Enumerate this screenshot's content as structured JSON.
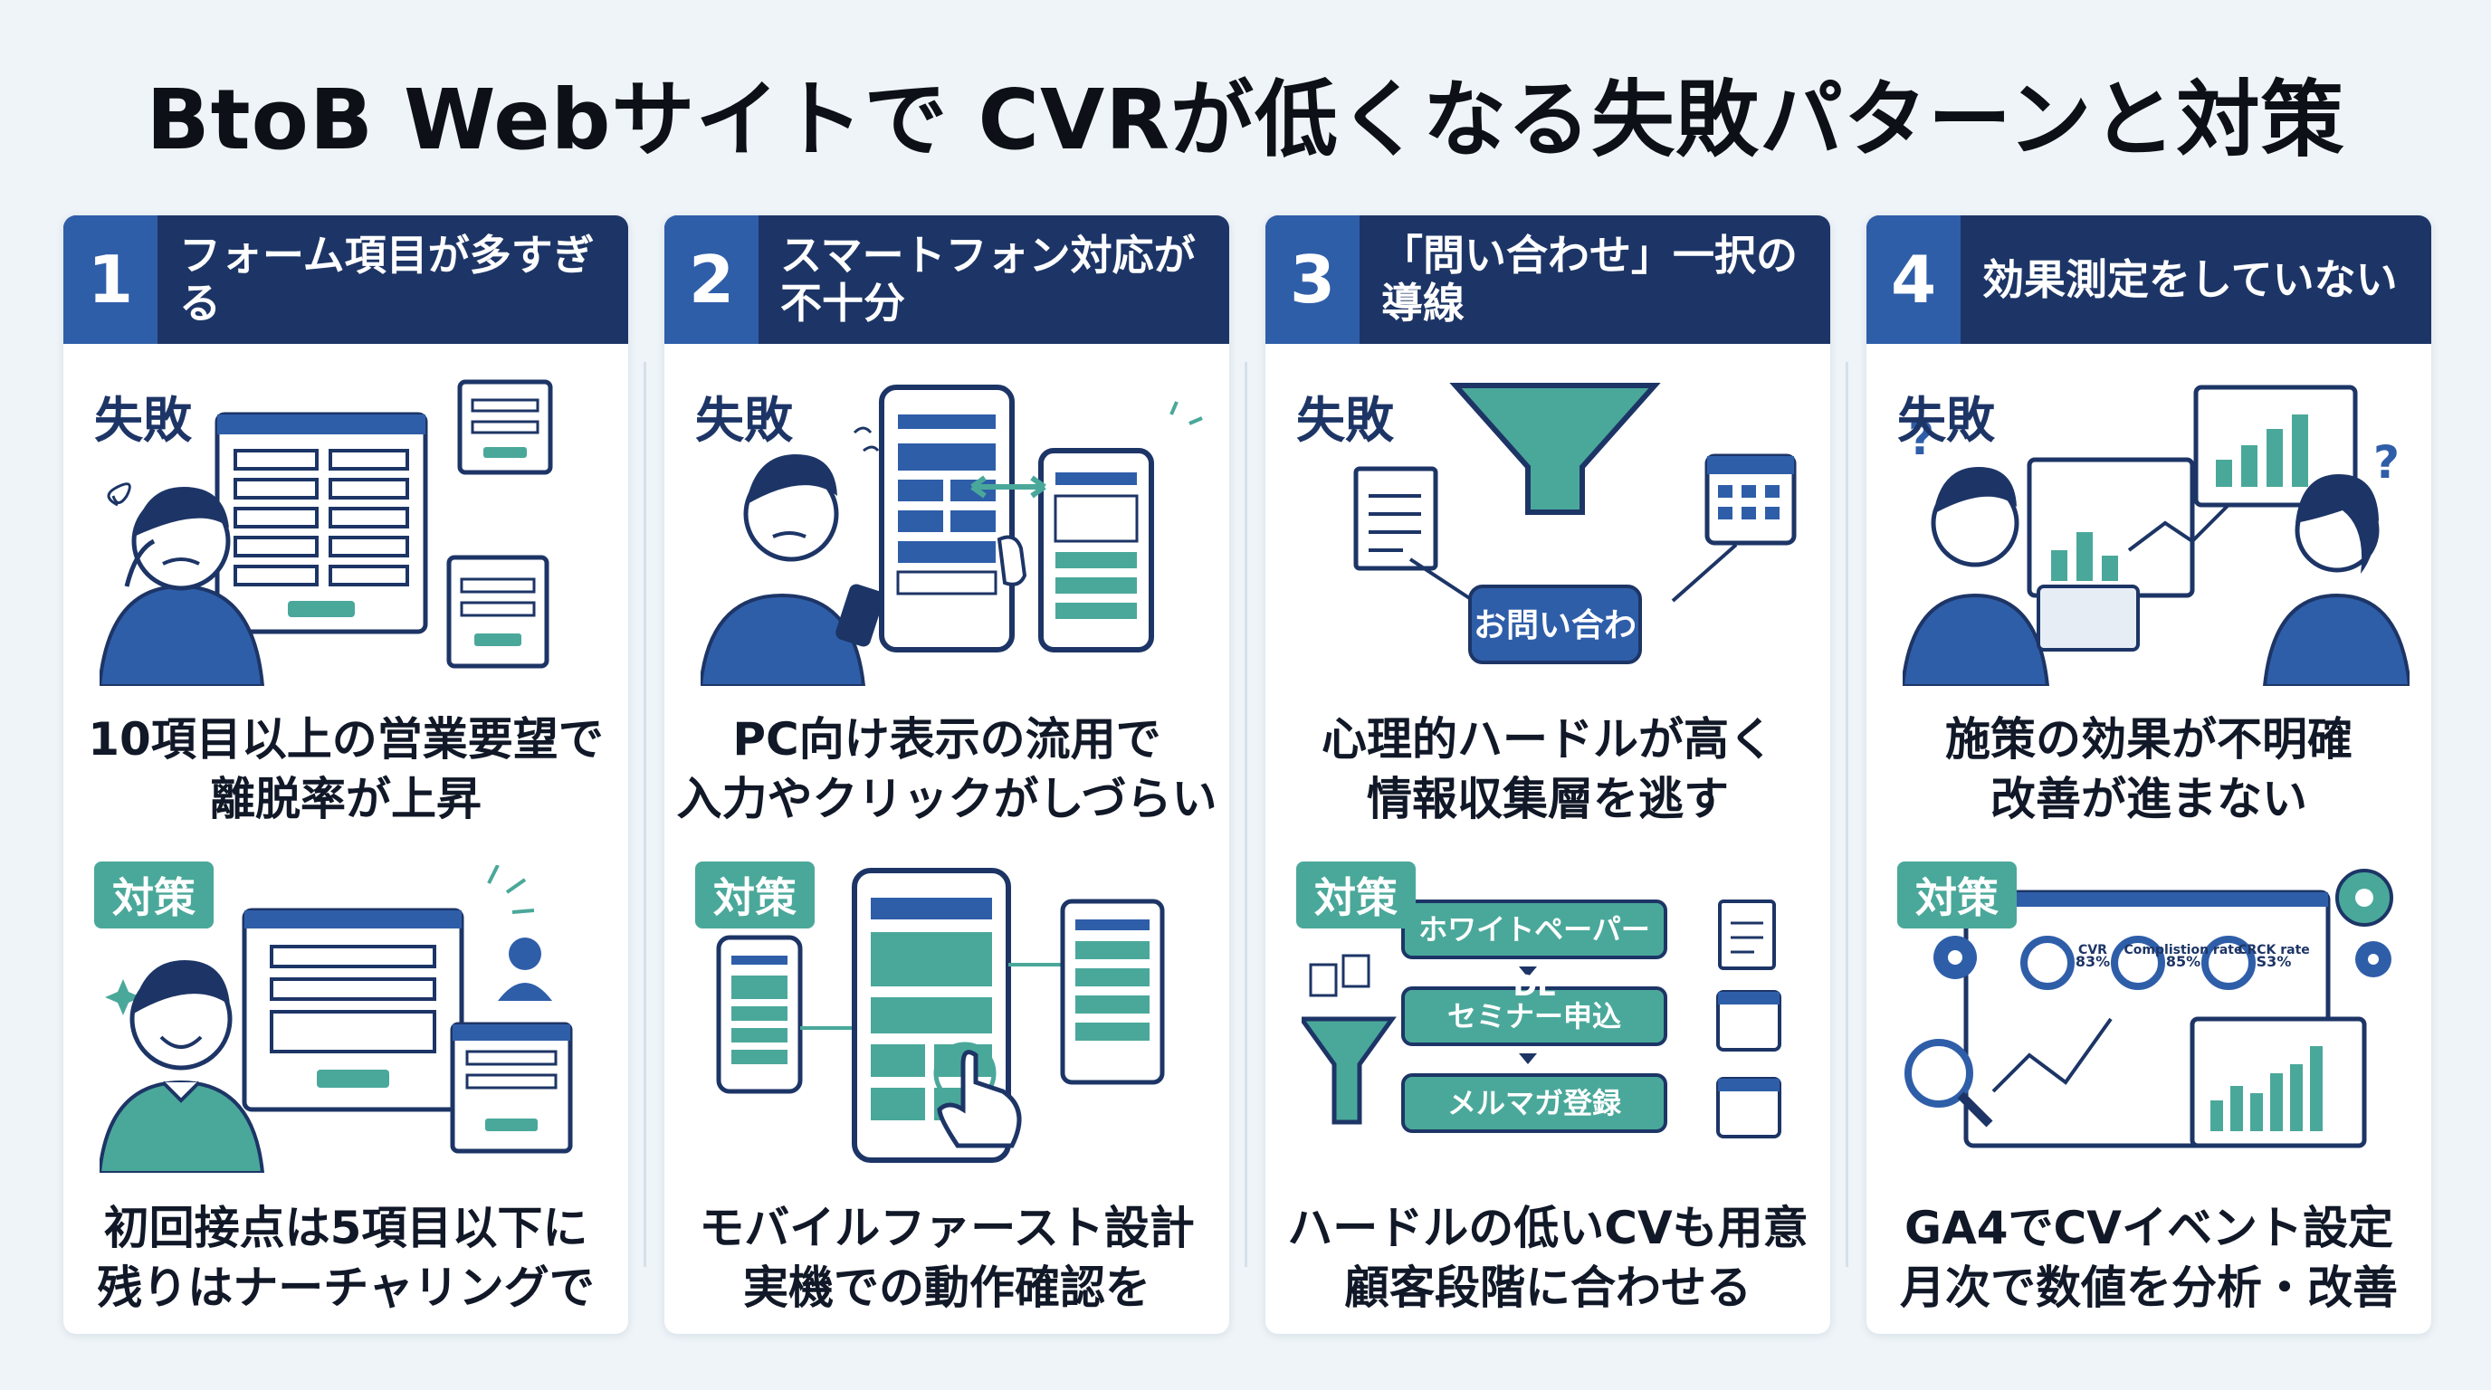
{
  "title": "BtoB Webサイトで CVRが低くなる失敗パターンと対策",
  "labels": {
    "fail": "失敗",
    "fix": "対策"
  },
  "cards": [
    {
      "number": "1",
      "title": "フォーム項目が多すぎる",
      "fail": [
        "10項目以上の営業要望で",
        "離脱率が上昇"
      ],
      "fix": [
        "初回接点は5項目以下に",
        "残りはナーチャリングで"
      ]
    },
    {
      "number": "2",
      "title": "スマートフォン対応が\n不十分",
      "fail": [
        "PC向け表示の流用で",
        "入力やクリックがしづらい"
      ],
      "fix": [
        "モバイルファースト設計",
        "実機での動作確認を"
      ]
    },
    {
      "number": "3",
      "title": "「問い合わせ」一択の導線",
      "fail": [
        "心理的ハードルが高く",
        "情報収集層を逃す"
      ],
      "fix": [
        "ハードルの低いCVも用意",
        "顧客段階に合わせる"
      ],
      "illus": {
        "inquiry": "お問い合わせ",
        "whitepaper": "ホワイトペーパーDL",
        "seminar": "セミナー申込",
        "mailmag": "メルマガ登録"
      }
    },
    {
      "number": "4",
      "title": "効果測定をしていない",
      "fail": [
        "施策の効果が不明確",
        "改善が進まない"
      ],
      "fix": [
        "GA4でCVイベント設定",
        "月次で数値を分析・改善"
      ],
      "illus": {
        "m1_label": "CVR",
        "m1_value": "83%",
        "m2_label": "Complistion rate",
        "m2_value": "85%",
        "m3_label": "CRCK rate",
        "m3_value": "S3%"
      }
    }
  ],
  "colors": {
    "navy": "#1d3566",
    "blue": "#2f5ea9",
    "teal": "#4aa89a",
    "bg": "#eef4f8"
  }
}
